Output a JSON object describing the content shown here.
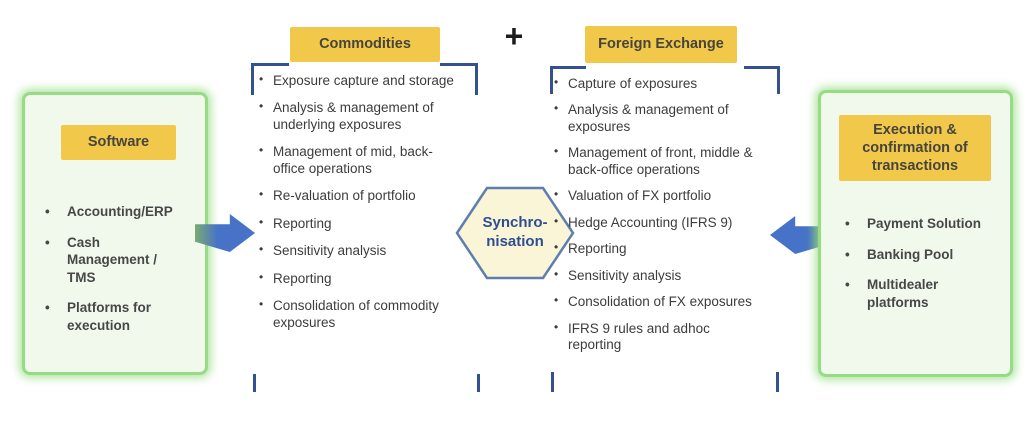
{
  "software_panel": {
    "title": "Software",
    "items": [
      "Accounting/ERP",
      "Cash Management / TMS",
      "Platforms for execution"
    ]
  },
  "commodities": {
    "title": "Commodities",
    "items": [
      "Exposure capture and storage",
      "Analysis & management of underlying exposures",
      "Management of mid, back-office operations",
      "Re-valuation of portfolio",
      "Reporting",
      "Sensitivity analysis",
      "Reporting",
      "Consolidation of commodity exposures"
    ]
  },
  "plus_sign": "+",
  "foreign_exchange": {
    "title": "Foreign Exchange",
    "items": [
      "Capture of exposures",
      "Analysis & management of exposures",
      "Management of front, middle & back-office operations",
      "Valuation of FX portfolio",
      "Hedge Accounting (IFRS 9)",
      "Reporting",
      "Sensitivity analysis",
      "Consolidation of FX exposures",
      "IFRS 9 rules and adhoc reporting"
    ]
  },
  "synchronisation": {
    "line1": "Synchro-",
    "line2": "nisation"
  },
  "execution_panel": {
    "title": "Execution & confirmation of transactions",
    "items": [
      "Payment Solution",
      "Banking Pool",
      "Multidealer platforms"
    ]
  },
  "colors": {
    "label_yellow": "#F2C84B",
    "panel_green_border": "#97DC85",
    "panel_green_fill": "#F1F9ED",
    "arrow_blue": "#4673C8",
    "bracket_navy": "#33508F",
    "hexagon_fill": "#FBF5D8",
    "hexagon_stroke": "#5E7FAE",
    "hexagon_text": "#2D4E92",
    "body_text": "#3C3C3C"
  }
}
